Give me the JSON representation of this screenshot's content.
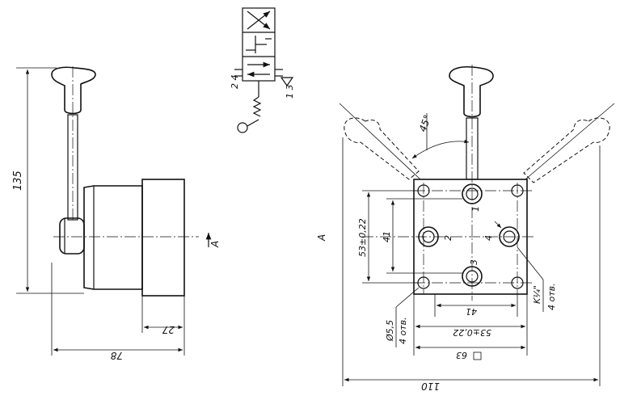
{
  "side_view": {
    "dim_height": "135",
    "dim_width_total": "78",
    "dim_width_part": "27",
    "view_marker": "A"
  },
  "symbol": {
    "port_label_left": "2 4",
    "port_label_right": "1 3"
  },
  "front_view": {
    "view_label": "A",
    "angle": "45°",
    "dim_vert_outer": "53±0,22",
    "dim_vert_inner": "41",
    "dim_horiz_inner": "41",
    "dim_horiz_outer": "53±0,22",
    "dim_square": "63",
    "dim_total": "110",
    "hole_dia": "Ø5,5",
    "hole_count": "4 отв.",
    "thread": "K¼\"",
    "thread_count": "4 отв.",
    "port_labels": [
      "1",
      "2",
      "3",
      "4"
    ]
  }
}
